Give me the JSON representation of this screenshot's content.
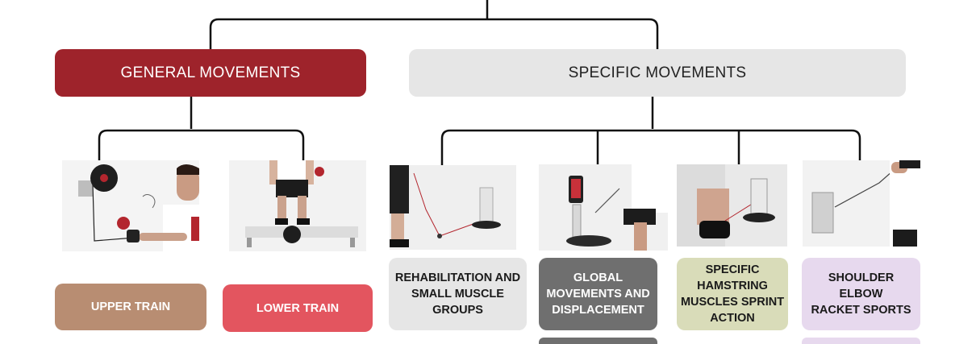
{
  "colors": {
    "general": "#9e232b",
    "specific_header": "#e6e6e6",
    "upper_train": "#b88d72",
    "lower_train": "#e3555f",
    "rehab": "#e6e6e6",
    "global": "#6f6f6f",
    "hamstring": "#d9dcb9",
    "shoulder": "#e7d9ee",
    "connector": "#111111"
  },
  "general": {
    "label": "GENERAL MOVEMENTS"
  },
  "specific": {
    "label": "SPECIFIC MOVEMENTS"
  },
  "upper_train": {
    "label": "UPPER TRAIN",
    "photo_icon": "seated-arm-pull-photo"
  },
  "lower_train": {
    "label": "LOWER TRAIN",
    "photo_icon": "platform-squat-photo"
  },
  "rehab": {
    "lines": [
      "REHABILITATION AND",
      "SMALL MUSCLE",
      "GROUPS"
    ],
    "photo_icon": "leg-cable-photo"
  },
  "global": {
    "lines": [
      "GLOBAL",
      "MOVEMENTS AND",
      "DISPLACEMENT"
    ],
    "photo_icon": "tablet-lunge-photo"
  },
  "hamstring": {
    "lines": [
      "SPECIFIC",
      "HAMSTRING",
      "MUSCLES SPRINT",
      "ACTION"
    ],
    "photo_icon": "ankle-cable-photo"
  },
  "shoulder": {
    "lines": [
      "SHOULDER",
      "ELBOW",
      "RACKET SPORTS"
    ],
    "photo_icon": "shoulder-row-photo"
  }
}
